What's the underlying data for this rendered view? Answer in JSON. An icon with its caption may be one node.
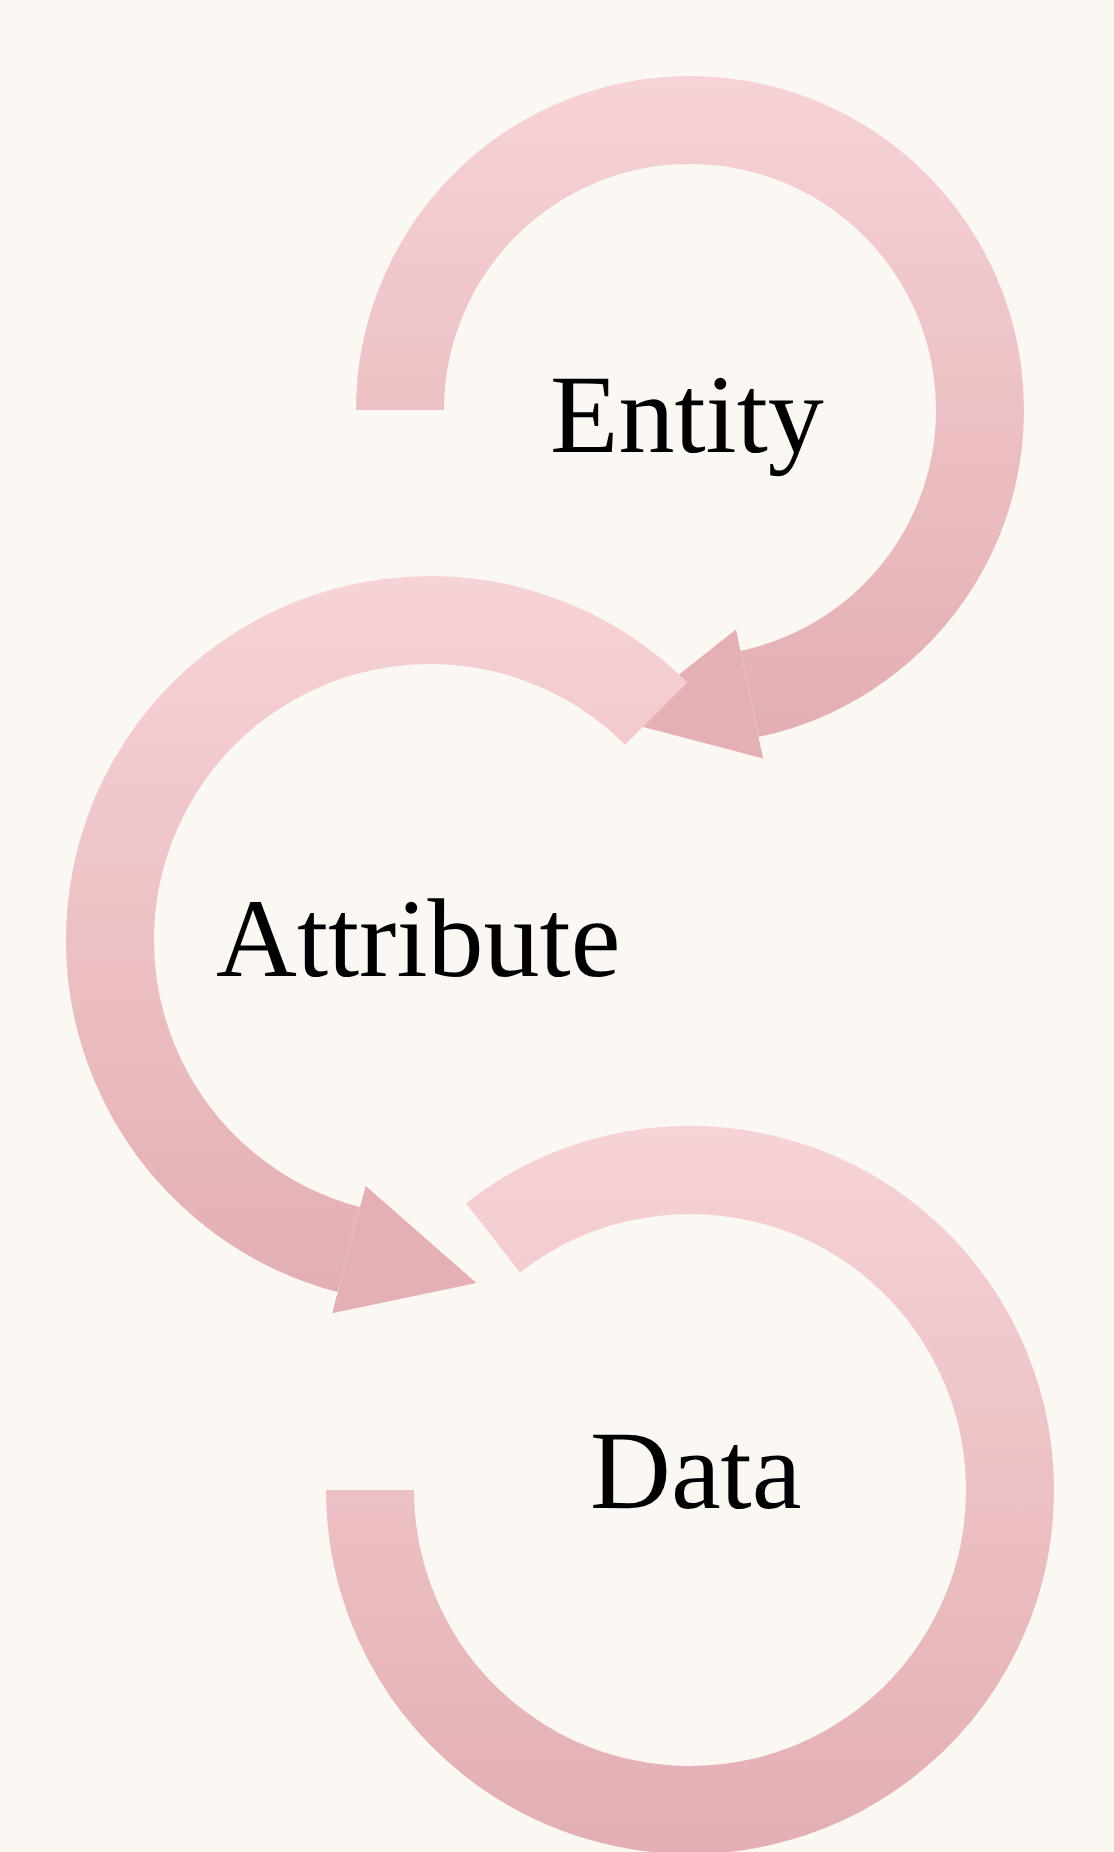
{
  "diagram": {
    "nodes": [
      {
        "text": [
          "Entity"
        ]
      },
      {
        "text": [
          "Attribute"
        ]
      },
      {
        "text": [
          "Data"
        ]
      }
    ],
    "edges": [
      {
        "from": 0,
        "to": 1,
        "arrow": "to"
      },
      {
        "from": 1,
        "to": 2,
        "arrow": "to"
      }
    ]
  }
}
